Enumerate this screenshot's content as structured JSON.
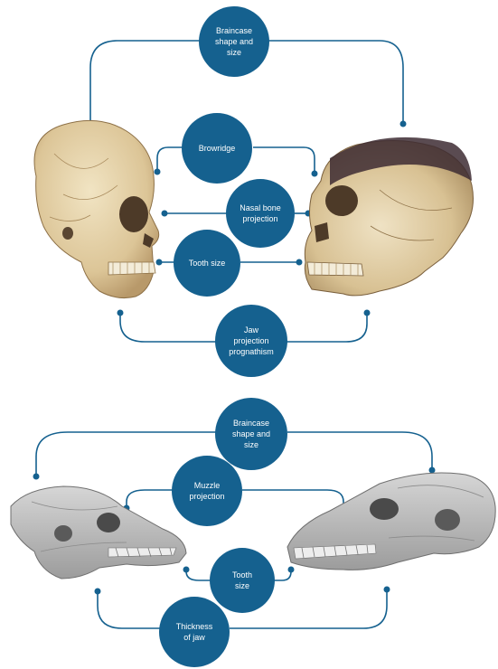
{
  "top_diagram": {
    "labels": {
      "braincase": "Braincase\nshape and\nsize",
      "browridge": "Browridge",
      "nasal": "Nasal bone\nprojection",
      "tooth": "Tooth size",
      "jaw": "Jaw\nprojection\nprognathism"
    }
  },
  "bottom_diagram": {
    "labels": {
      "braincase": "Braincase\nshape and\nsize",
      "muzzle": "Muzzle\nprojection",
      "tooth": "Tooth\nsize",
      "jaw": "Thickness\nof jaw"
    }
  },
  "colors": {
    "accent": "#15618f",
    "skull_bone": "#e2cfa2",
    "skull_dark": "#5a4632",
    "wolf_bone": "#c9c9c9",
    "wolf_dark": "#8a8a8a"
  }
}
